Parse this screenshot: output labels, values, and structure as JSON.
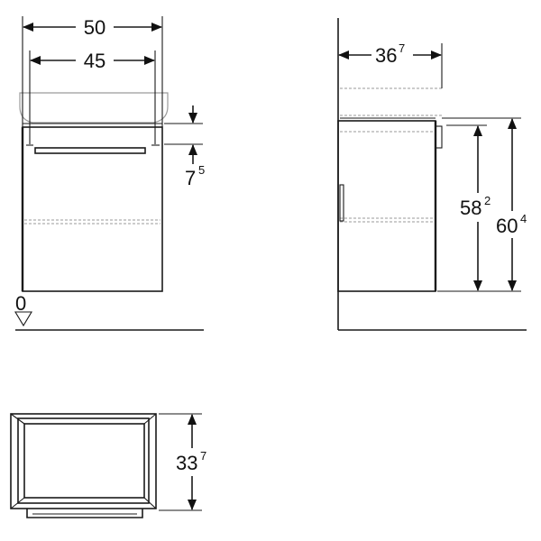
{
  "front_view": {
    "overall_width": "50",
    "inner_width": "45",
    "handle_offset_main": "7",
    "handle_offset_sup": "5",
    "floor_reference": "0"
  },
  "side_view": {
    "depth_main": "36",
    "depth_sup": "7",
    "height_body_main": "58",
    "height_body_sup": "2",
    "height_total_main": "60",
    "height_total_sup": "4"
  },
  "top_view": {
    "depth_main": "33",
    "depth_sup": "7"
  }
}
